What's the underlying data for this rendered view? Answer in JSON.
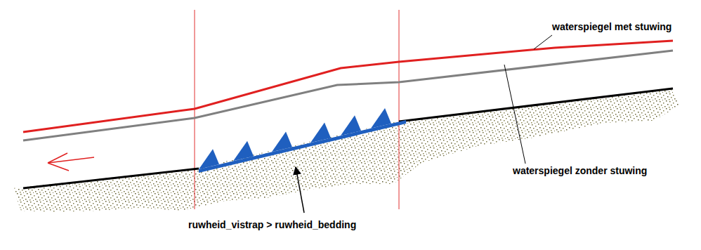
{
  "diagram": {
    "labels": [
      "waterspiegel met stuwing",
      "waterspiegel zonder stuwing",
      "ruwheid_vistrap > ruwheid_bedding"
    ]
  }
}
